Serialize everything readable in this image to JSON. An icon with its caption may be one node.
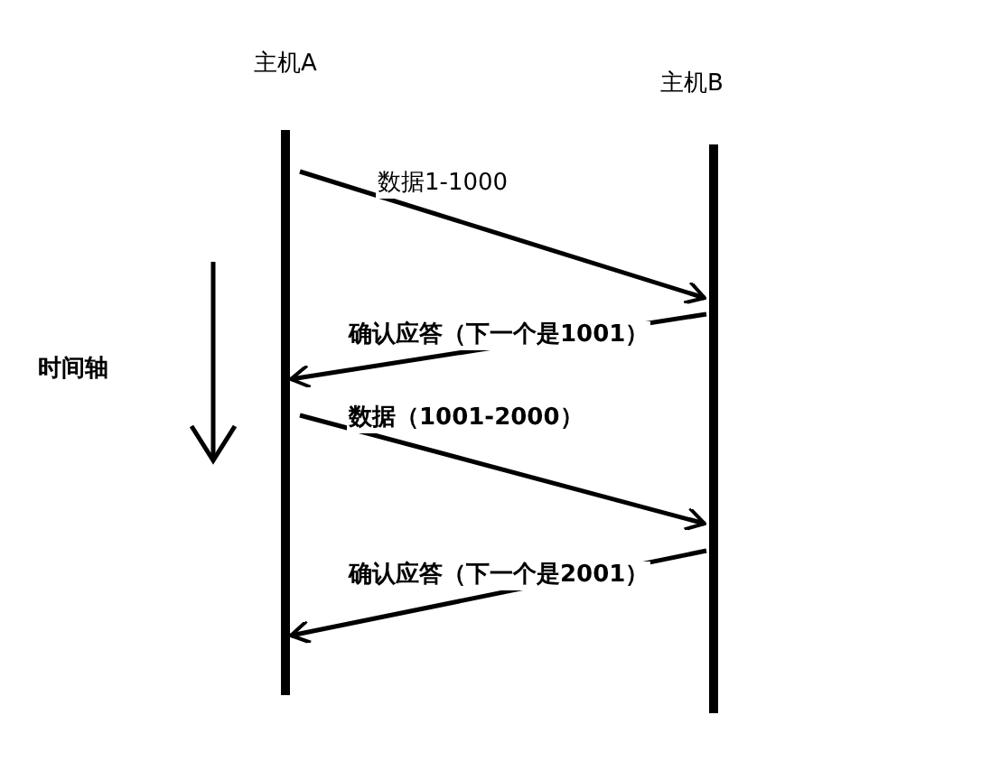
{
  "diagram": {
    "nodes": [
      {
        "text": [
          "主机A"
        ]
      },
      {
        "text": [
          "主机B"
        ]
      }
    ],
    "edges": [
      {
        "from": 0,
        "to": 1,
        "arrow": "to",
        "label": "数据1-1000"
      },
      {
        "from": 1,
        "to": 0,
        "arrow": "to",
        "label": "确认应答（下一个是1001）"
      },
      {
        "from": 0,
        "to": 1,
        "arrow": "to",
        "label": "数据（1001-2000）"
      },
      {
        "from": 1,
        "to": 0,
        "arrow": "to",
        "label": "确认应答（下一个是2001）"
      }
    ],
    "labels": [
      "时间轴"
    ]
  }
}
